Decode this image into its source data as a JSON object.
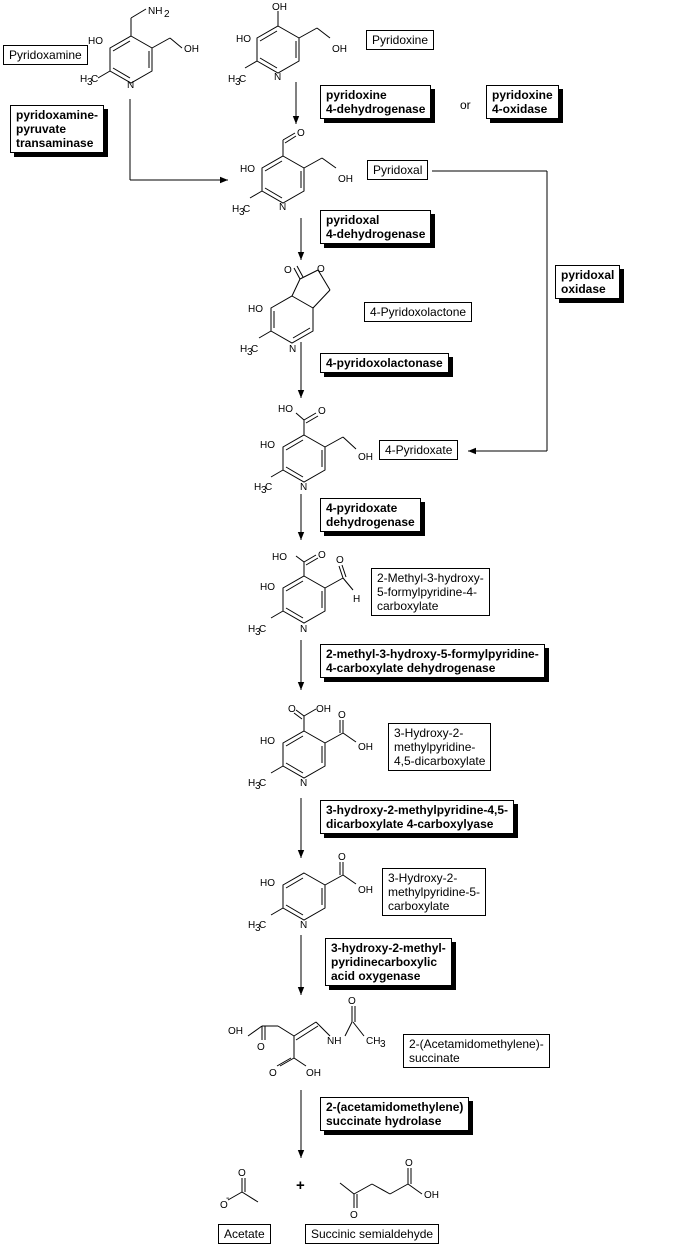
{
  "compounds": {
    "pyridoxamine": "Pyridoxamine",
    "pyridoxine": "Pyridoxine",
    "pyridoxal": "Pyridoxal",
    "pyridoxolactone": "4-Pyridoxolactone",
    "pyridoxate": "4-Pyridoxate",
    "formylpyridine_carboxylate": "2-Methyl-3-hydroxy-\n5-formylpyridine-4-\ncarboxylate",
    "dicarboxylate": "3-Hydroxy-2-\nmethylpyridine-\n4,5-dicarboxylate",
    "monocarboxylate": "3-Hydroxy-2-\nmethylpyridine-5-\ncarboxylate",
    "acetamidomethylene_succinate": "2-(Acetamidomethylene)-\nsuccinate",
    "acetate": "Acetate",
    "succinic_semialdehyde": "Succinic semialdehyde"
  },
  "enzymes": {
    "pyridoxamine_pyruvate_transaminase": "pyridoxamine-\npyruvate\ntransaminase",
    "pyridoxine_4_dehydrogenase": "pyridoxine\n4-dehydrogenase",
    "pyridoxine_4_oxidase": "pyridoxine\n4-oxidase",
    "pyridoxal_4_dehydrogenase": "pyridoxal\n4-dehydrogenase",
    "pyridoxal_oxidase": "pyridoxal\noxidase",
    "pyridoxolactonase": "4-pyridoxolactonase",
    "pyridoxate_dehydrogenase": "4-pyridoxate\ndehydrogenase",
    "formylpyridine_dehydrogenase": "2-methyl-3-hydroxy-5-formylpyridine-\n4-carboxylate dehydrogenase",
    "carboxylyase": "3-hydroxy-2-methylpyridine-4,5-\ndicarboxylate 4-carboxylyase",
    "oxygenase": "3-hydroxy-2-methyl-\npyridinecarboxylic\nacid oxygenase",
    "hydrolase": "2-(acetamidomethylene)\nsuccinate hydrolase"
  },
  "connectors": {
    "or_text": "or",
    "plus_text": "+"
  },
  "atoms": {
    "nh2": "NH",
    "nh2_sub": "2",
    "ho": "HO",
    "oh": "OH",
    "h3c_h": "H",
    "h3c_sub": "3",
    "h3c_c": "C",
    "n": "N",
    "o": "O",
    "h": "H",
    "nh": "NH",
    "ch3": "CH",
    "ch3_sub": "3",
    "o_minus": "-"
  }
}
